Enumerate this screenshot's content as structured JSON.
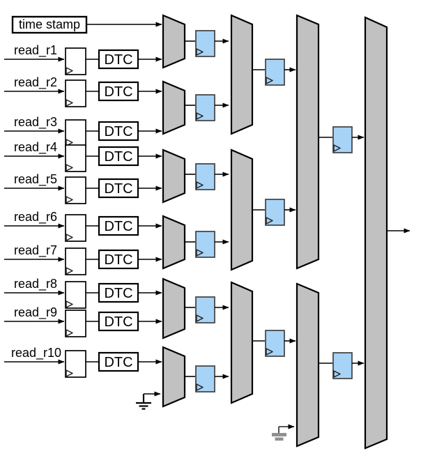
{
  "diagram": {
    "background": "#FFFFFF",
    "timestamp": {
      "label": "time stamp"
    },
    "reads": {
      "labels": [
        "read_r1",
        "read_r2",
        "read_r3",
        "read_r4",
        "read_r5",
        "read_r6",
        "read_r7",
        "read_r8",
        "read_r9",
        "read_r10"
      ]
    },
    "dtc": {
      "label": "DTC",
      "count": 10
    },
    "structure": {
      "stage1_mux_count": 6,
      "stage2_mux_count": 3,
      "stage3_mux_count": 2,
      "stage4_mux_count": 1,
      "pipeline_register_count": 11,
      "input_register_count": 10,
      "ground_symbol_count": 2,
      "ground_icon": "ground-icon",
      "clock_icon": "clock-triangle-icon"
    },
    "colors": {
      "mux_fill": "#C1C1C1",
      "mux_border": "#000000",
      "register_fill": "#A7D3F7",
      "register_border": "#3F3F3F",
      "wire": "#000000",
      "ground_gray": "#909090"
    }
  }
}
